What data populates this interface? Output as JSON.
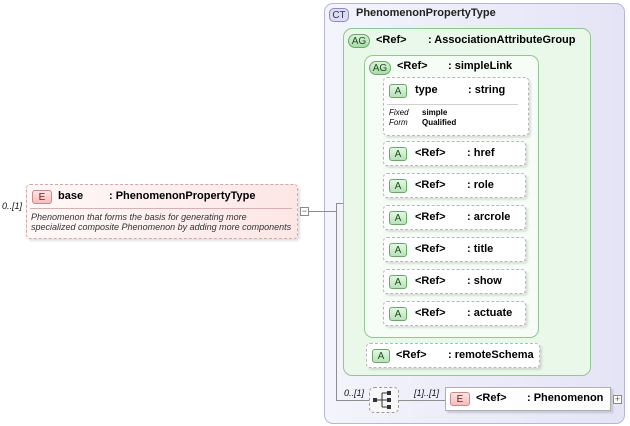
{
  "complex_type": {
    "badge": "CT",
    "name": "PhenomenonPropertyType"
  },
  "base": {
    "occurrence": "0..[1]",
    "badge": "E",
    "name": "base",
    "type": ": PhenomenonPropertyType",
    "documentation_line1": "Phenomenon that forms the basis for generating more",
    "documentation_line2": "specialized composite Phenomenon by adding more components"
  },
  "attribute_group": {
    "badge": "AG",
    "ref": "<Ref>",
    "name": ": AssociationAttributeGroup"
  },
  "simple_link": {
    "badge": "AG",
    "ref": "<Ref>",
    "name": ": simpleLink"
  },
  "type_attr": {
    "badge": "A",
    "name": "type",
    "type": ": string",
    "fixed_label": "Fixed",
    "fixed_value": "simple",
    "form_label": "Form",
    "form_value": "Qualified"
  },
  "attributes": [
    {
      "badge": "A",
      "ref": "<Ref>",
      "name": ": href"
    },
    {
      "badge": "A",
      "ref": "<Ref>",
      "name": ": role"
    },
    {
      "badge": "A",
      "ref": "<Ref>",
      "name": ": arcrole"
    },
    {
      "badge": "A",
      "ref": "<Ref>",
      "name": ": title"
    },
    {
      "badge": "A",
      "ref": "<Ref>",
      "name": ": show"
    },
    {
      "badge": "A",
      "ref": "<Ref>",
      "name": ": actuate"
    }
  ],
  "remote_schema": {
    "badge": "A",
    "ref": "<Ref>",
    "name": ": remoteSchema"
  },
  "sequence": {
    "occurrence": "0..[1]",
    "child_occurrence": "[1]..[1]"
  },
  "phenomenon": {
    "badge": "E",
    "ref": "<Ref>",
    "name": ": Phenomenon"
  },
  "toggles": {
    "collapse": "−",
    "expand": "+"
  }
}
